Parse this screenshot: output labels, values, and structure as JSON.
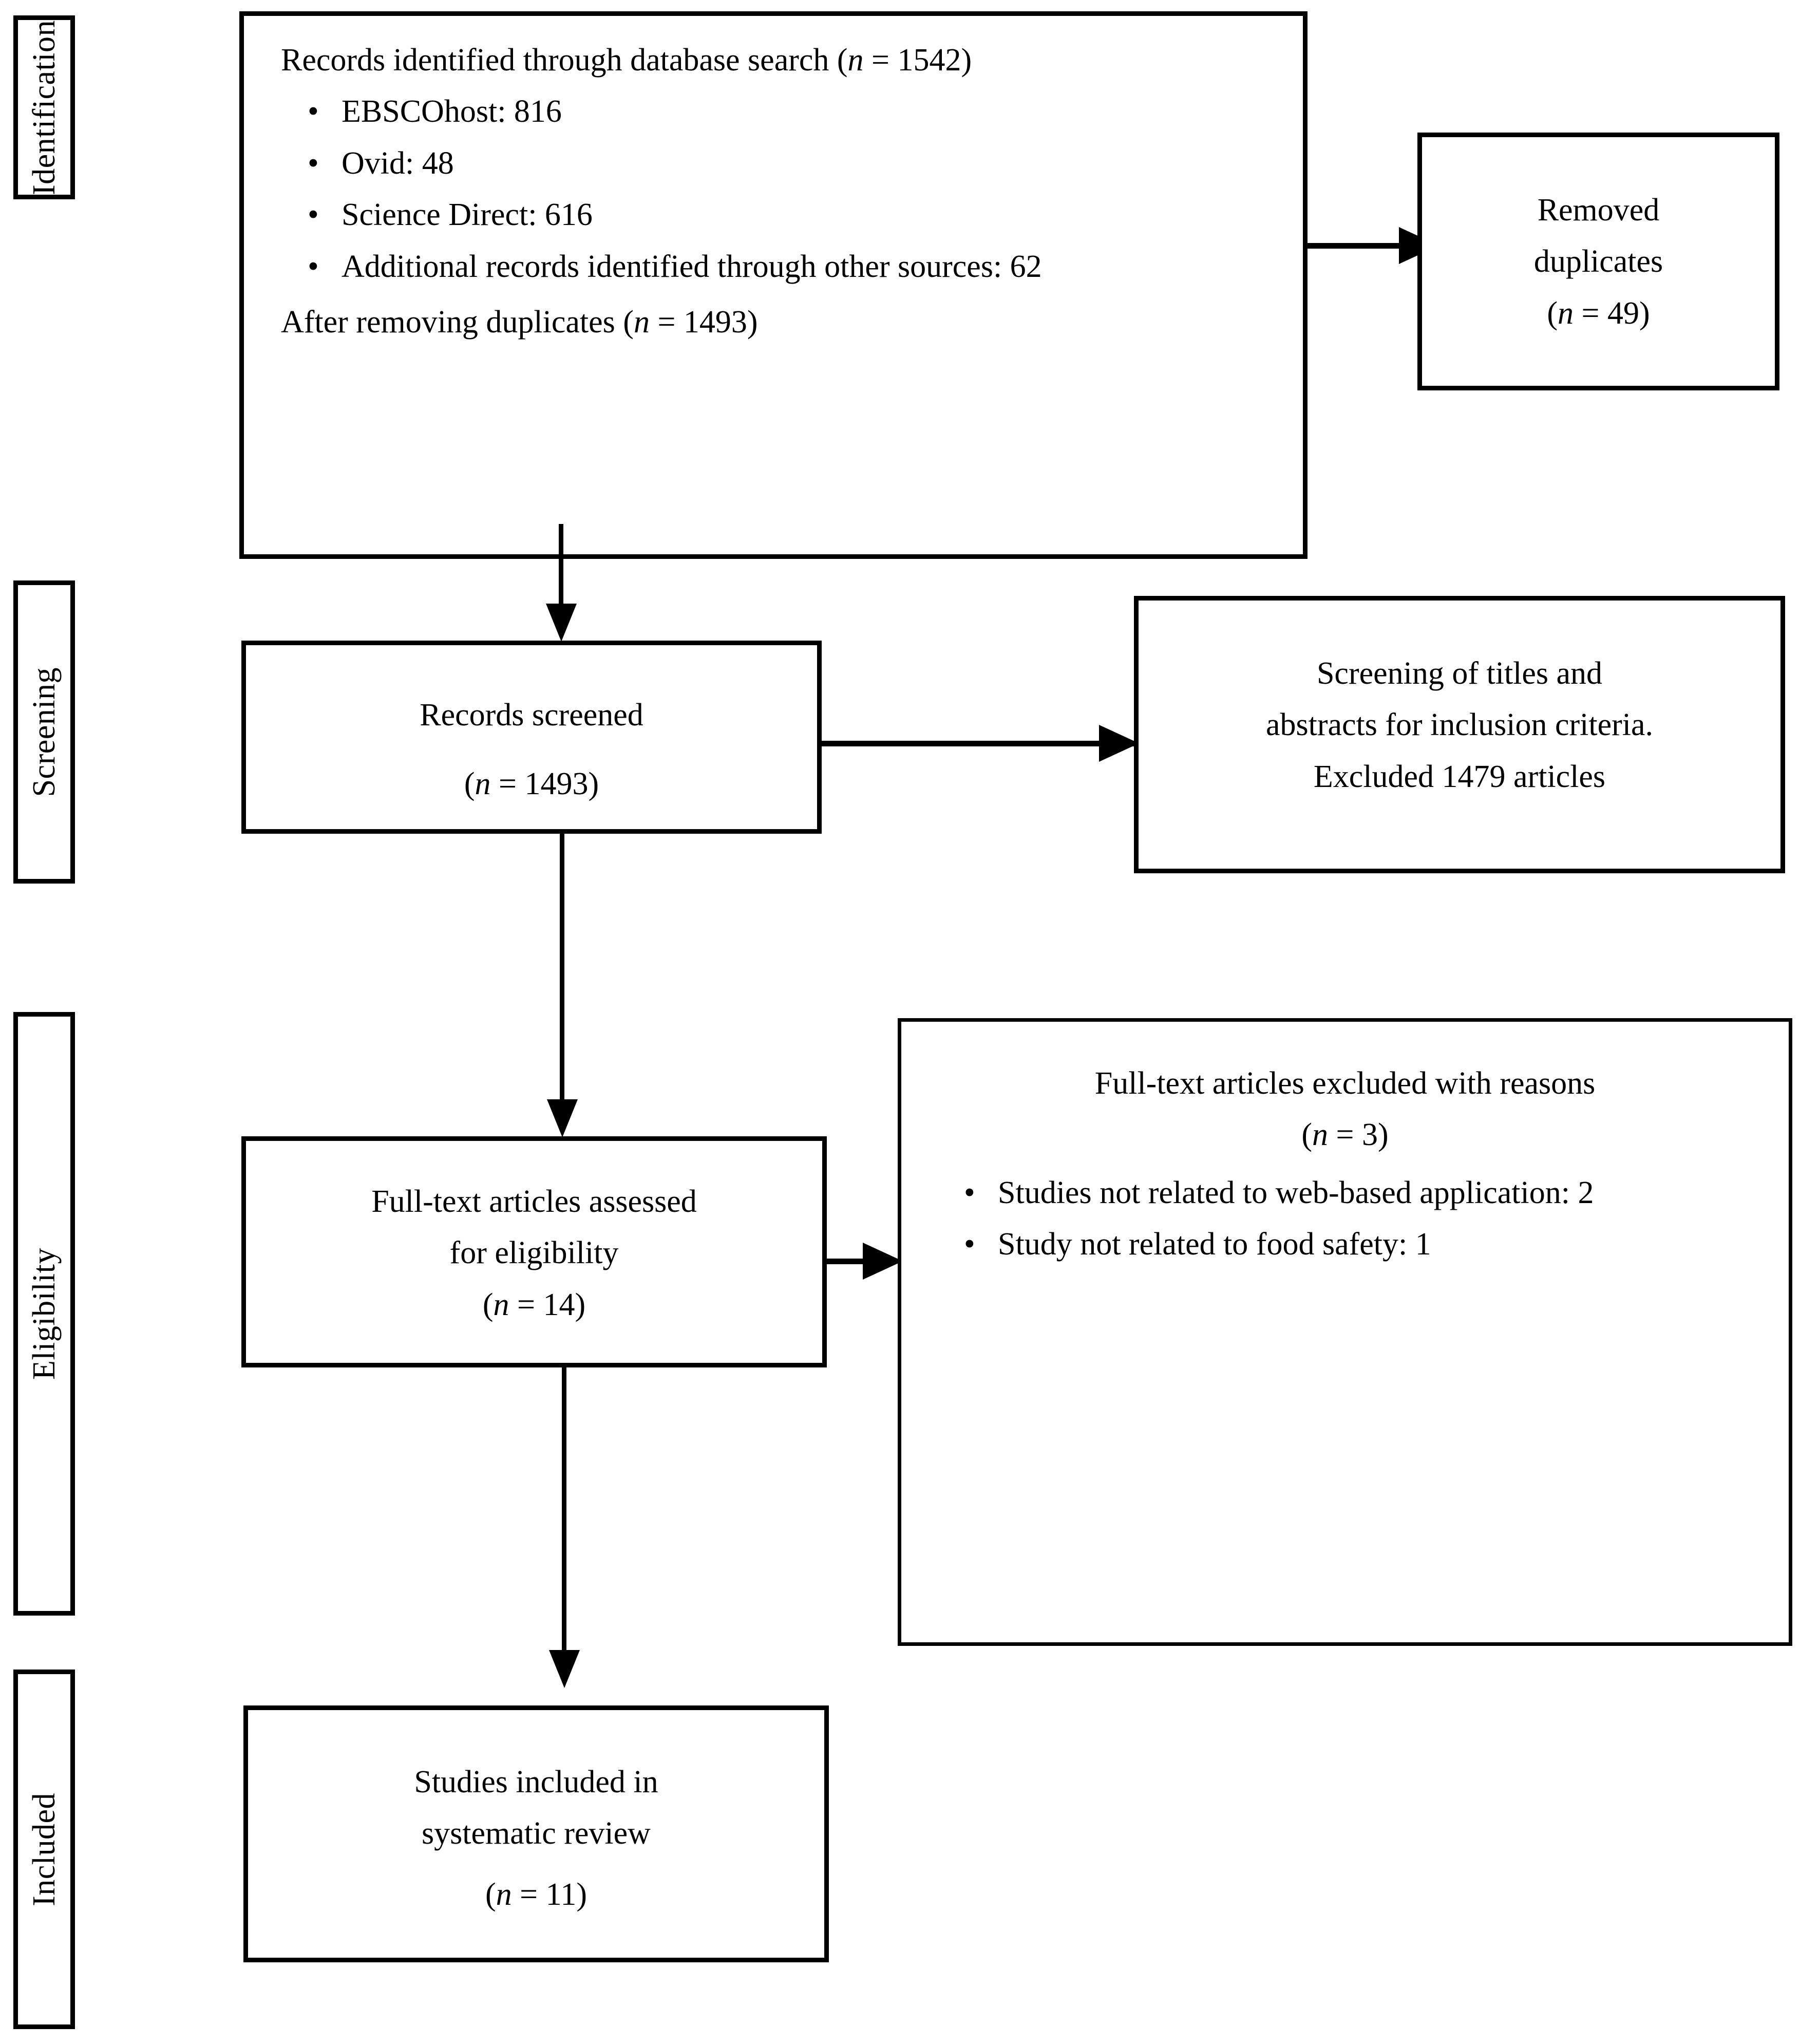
{
  "diagram": {
    "type": "prisma-flow-diagram",
    "title": "PRISMA flow diagram of study selection"
  },
  "stages": [
    {
      "key": "identification",
      "label": "Identification"
    },
    {
      "key": "screening",
      "label": "Screening"
    },
    {
      "key": "eligibility",
      "label": "Eligibility"
    },
    {
      "key": "included",
      "label": "Included"
    }
  ],
  "nodes": {
    "records_identified": {
      "heading_pre": "Records identified through database search (",
      "heading_n": "n",
      "heading_post": " = 1542)",
      "bullets": [
        "EBSCOhost: 816",
        "Ovid: 48",
        "Science Direct: 616",
        "Additional records identified through other sources: 62"
      ],
      "footer_pre": "After removing duplicates (",
      "footer_n": "n",
      "footer_post": " = 1493)"
    },
    "removed_duplicates": {
      "line1": "Removed",
      "line2": "duplicates",
      "line3_pre": "(",
      "line3_n": "n",
      "line3_post": " = 49)"
    },
    "records_screened": {
      "line1": "Records screened",
      "line2_pre": "(",
      "line2_n": "n",
      "line2_post": " = 1493)"
    },
    "screening_excluded": {
      "line1": "Screening of titles and",
      "line2": "abstracts for inclusion criteria.",
      "line3": "Excluded 1479 articles"
    },
    "fulltext_assessed": {
      "line1": "Full-text articles assessed",
      "line2": "for eligibility",
      "line3_pre": "(",
      "line3_n": "n",
      "line3_post": " = 14)"
    },
    "fulltext_excluded": {
      "heading": "Full-text articles excluded with reasons",
      "count_pre": "(",
      "count_n": "n",
      "count_post": " = 3)",
      "bullets": [
        "Studies not related to web-based application: 2",
        "Study not related to food safety: 1"
      ]
    },
    "studies_included": {
      "line1": "Studies included in",
      "line2": "systematic review",
      "line3_pre": "(",
      "line3_n": "n",
      "line3_post": " = 11)"
    }
  },
  "glyphs": {
    "bullet": "•"
  },
  "colors": {
    "stroke": "#000000",
    "fill": "#ffffff",
    "text": "#000000"
  }
}
